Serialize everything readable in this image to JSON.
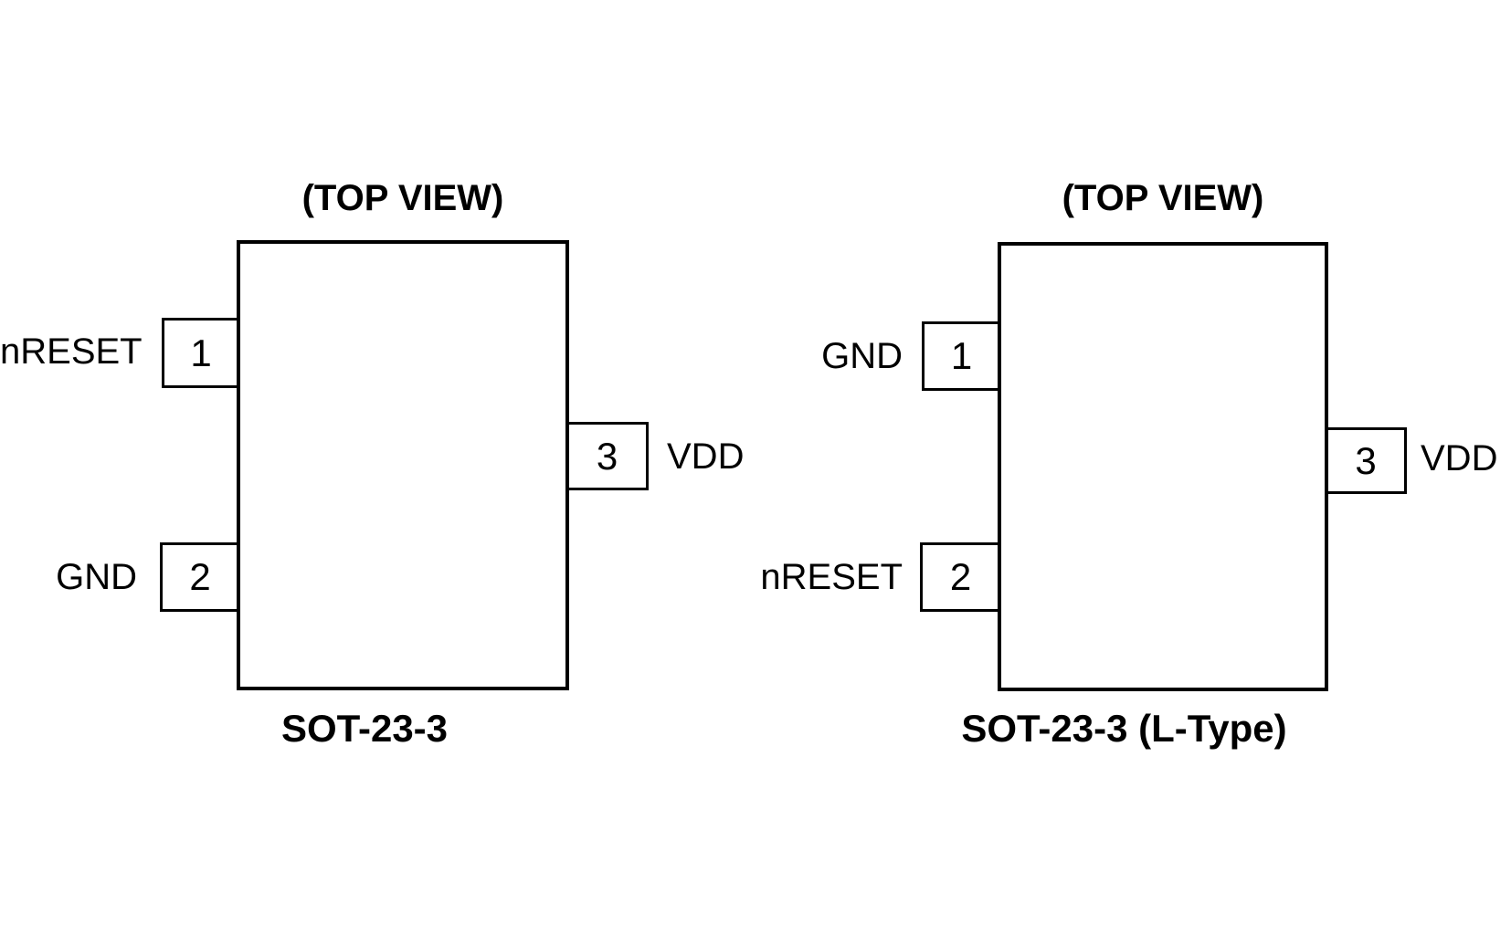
{
  "figure": {
    "background_color": "#ffffff",
    "line_color": "#000000"
  },
  "diagrams": [
    {
      "id": "sot-23-3",
      "title": "(TOP VIEW)",
      "caption": "SOT-23-3",
      "pins": [
        {
          "number": "1",
          "label": "nRESET",
          "side": "left",
          "position": "upper"
        },
        {
          "number": "2",
          "label": "GND",
          "side": "left",
          "position": "lower"
        },
        {
          "number": "3",
          "label": "VDD",
          "side": "right",
          "position": "middle"
        }
      ]
    },
    {
      "id": "sot-23-3-l-type",
      "title": "(TOP VIEW)",
      "caption": "SOT-23-3 (L-Type)",
      "pins": [
        {
          "number": "1",
          "label": "GND",
          "side": "left",
          "position": "upper"
        },
        {
          "number": "2",
          "label": "nRESET",
          "side": "left",
          "position": "lower"
        },
        {
          "number": "3",
          "label": "VDD",
          "side": "right",
          "position": "middle"
        }
      ]
    }
  ]
}
